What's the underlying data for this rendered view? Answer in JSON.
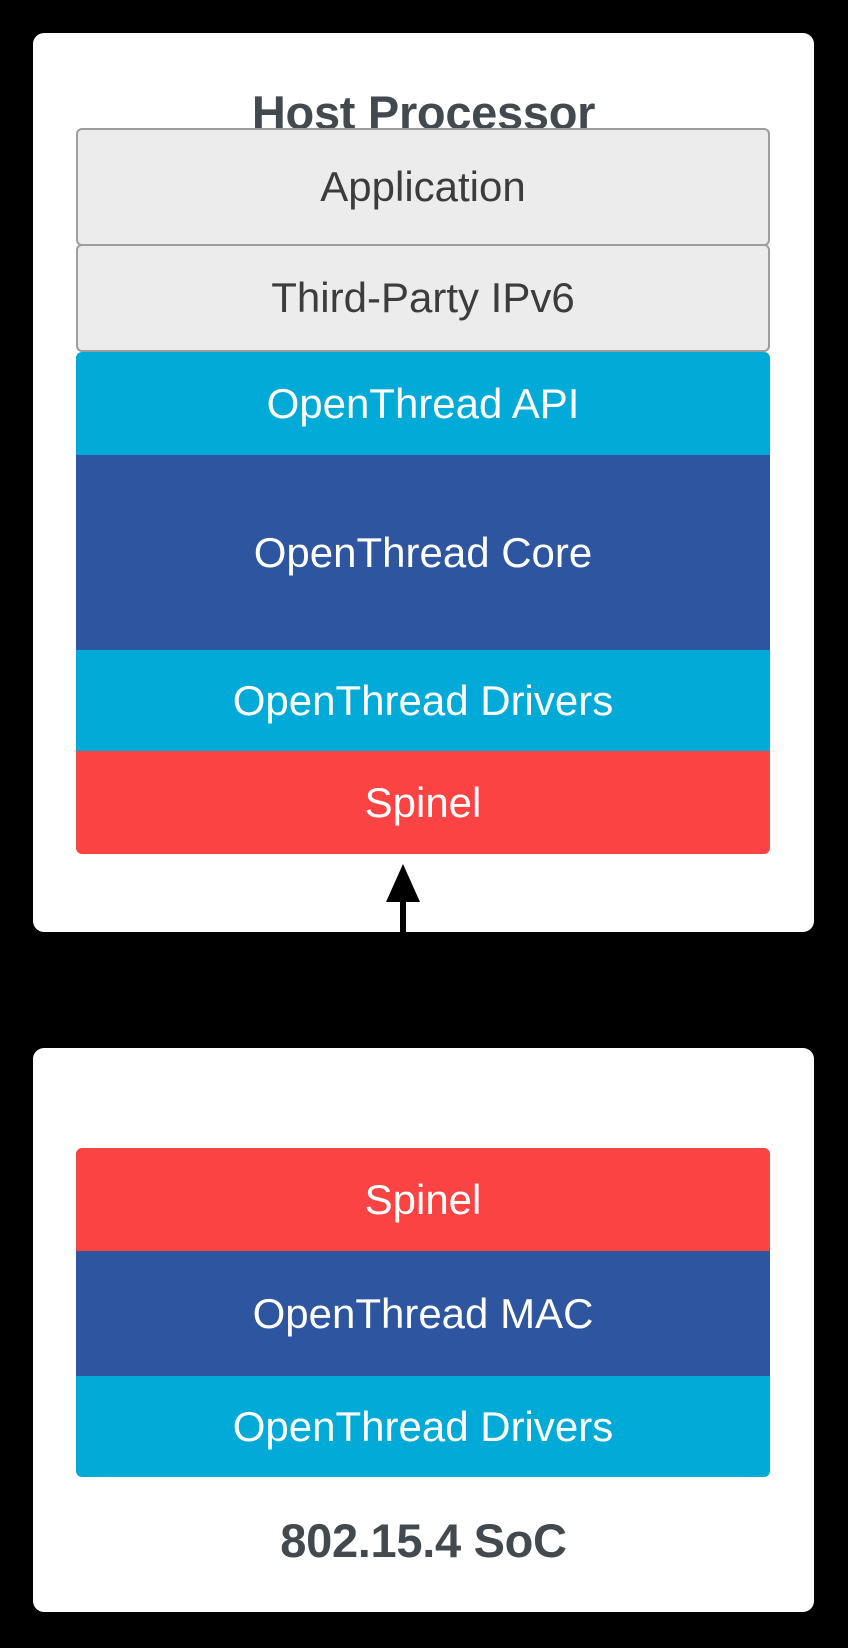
{
  "diagram": {
    "type": "layered-architecture",
    "title": "OpenThread NCP / RCP split architecture",
    "background_color": "#000000",
    "panel_color": "#FFFFFF",
    "colors": {
      "cyan": "#02ABD7",
      "navy": "#2D55A0",
      "red": "#FC4343",
      "grey_fill": "#ECECEC",
      "grey_border": "#9D9D9D",
      "title_text": "#434A4F",
      "grey_label_text": "#3C3C3C",
      "solid_label_text": "#FFFFFF",
      "arrow": "#000000"
    }
  },
  "host_panel": {
    "title": "Host Processor",
    "title_position": "top",
    "layers": [
      {
        "label": "Application",
        "style": "grey",
        "color": "#ECECEC",
        "text_color": "#3C3C3C",
        "height": 118
      },
      {
        "label": "Third-Party IPv6",
        "style": "grey",
        "color": "#ECECEC",
        "text_color": "#3C3C3C",
        "height": 108
      },
      {
        "label": "OpenThread API",
        "style": "solid",
        "color": "#02ABD7",
        "text_color": "#FFFFFF",
        "height": 103
      },
      {
        "label": "OpenThread Core",
        "style": "solid",
        "color": "#2D55A0",
        "text_color": "#FFFFFF",
        "height": 195
      },
      {
        "label": "OpenThread Drivers",
        "style": "solid",
        "color": "#02ABD7",
        "text_color": "#FFFFFF",
        "height": 101
      },
      {
        "label": "Spinel",
        "style": "solid",
        "color": "#FC4343",
        "text_color": "#FFFFFF",
        "height": 103
      }
    ]
  },
  "soc_panel": {
    "title": "802.15.4 SoC",
    "title_position": "bottom",
    "layers": [
      {
        "label": "Spinel",
        "style": "solid",
        "color": "#FC4343",
        "text_color": "#FFFFFF",
        "height": 103
      },
      {
        "label": "OpenThread MAC",
        "style": "solid",
        "color": "#2D55A0",
        "text_color": "#FFFFFF",
        "height": 125
      },
      {
        "label": "OpenThread Drivers",
        "style": "solid",
        "color": "#02ABD7",
        "text_color": "#FFFFFF",
        "height": 101
      }
    ]
  },
  "connector": {
    "name": "spinel-link",
    "kind": "double-headed-vertical-arrow",
    "from": "Spinel (Host Processor)",
    "to": "Spinel (802.15.4 SoC)",
    "color": "#000000"
  }
}
